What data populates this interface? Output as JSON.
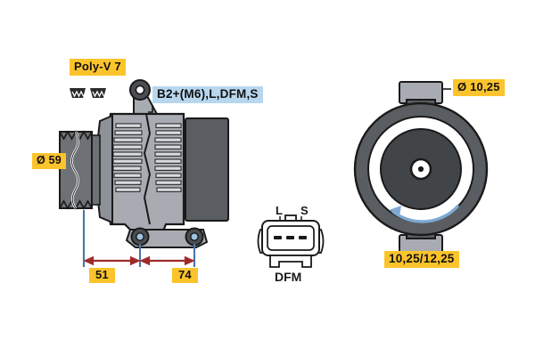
{
  "diagram": {
    "kind": "technical-drawing",
    "subject": "automotive alternator",
    "background_color": "#ffffff",
    "colors": {
      "callout_yellow": "#fcc42c",
      "callout_blue": "#b8d7ef",
      "body_light_gray": "#a8acb2",
      "body_mid_gray": "#8d9298",
      "body_dark_gray": "#5a5d61",
      "outline_black": "#1a1a1a",
      "dimension_line_red": "#9e2b2b",
      "extension_line_blue": "#4a76a8",
      "rotation_arrow_blue": "#7fa9d4"
    }
  },
  "labels": {
    "pulley_type": "Poly-V 7",
    "pulley_diameter": "Ø 59",
    "terminals": "B2+(M6),L,DFM,S",
    "dim_left": "51",
    "dim_right": "74",
    "mount_hole_diameter": "Ø 10,25",
    "mount_bolt_spec": "10,25/12,25"
  },
  "connector": {
    "name": "DFM plug connector",
    "pin_labels_top": [
      "L",
      "S"
    ],
    "label_bottom": "DFM",
    "pin_count": 3
  },
  "views": {
    "side_view": {
      "name": "side-view-alternator",
      "features": [
        "poly-v-pulley",
        "stator-housing",
        "cooling-fins",
        "rear-cover",
        "top-eye-mount",
        "two-foot-mounts"
      ]
    },
    "end_view": {
      "name": "end-view-alternator",
      "features": [
        "circular-housing",
        "rotor-hub",
        "center-shaft",
        "upper-mount-boss",
        "lower-mount-boss",
        "rotation-arrow"
      ]
    }
  },
  "dimension_lines": [
    {
      "name": "dim-51",
      "value": "51",
      "style": "double-arrow"
    },
    {
      "name": "dim-74",
      "value": "74",
      "style": "double-arrow"
    }
  ]
}
